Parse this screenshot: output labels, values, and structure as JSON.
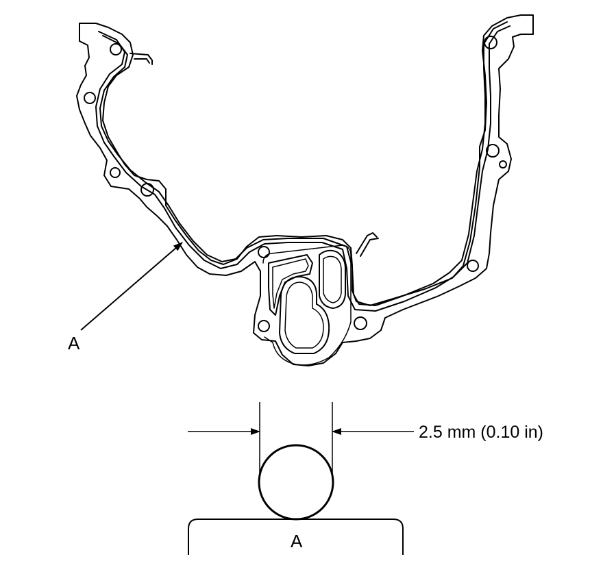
{
  "diagram": {
    "callout_top_label": "A",
    "detail_label": "A",
    "dimension_label": "2.5 mm (0.10 in)"
  },
  "colors": {
    "line": "#000000",
    "background": "#ffffff"
  },
  "parts": {
    "gasket": "cover-gasket",
    "bead": "sealant-bead-cross-section"
  }
}
